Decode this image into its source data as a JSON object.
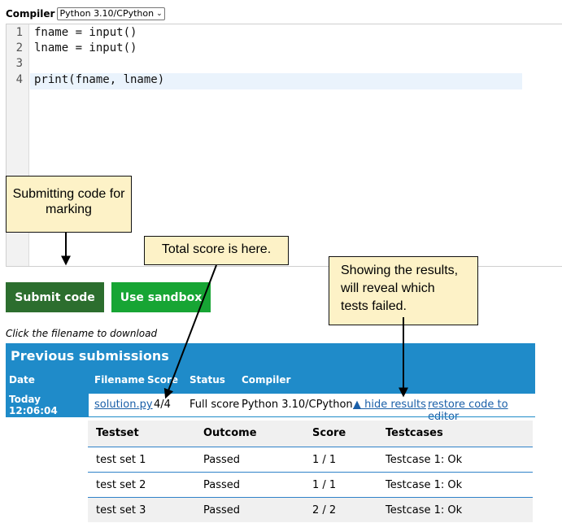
{
  "compiler": {
    "label": "Compiler",
    "selected": "Python 3.10/CPython"
  },
  "editor": {
    "lines": [
      {
        "number": "1",
        "code": "fname = input()"
      },
      {
        "number": "2",
        "code": "lname = input()"
      },
      {
        "number": "3",
        "code": ""
      },
      {
        "number": "4",
        "code": "print(fname, lname)"
      }
    ]
  },
  "buttons": {
    "submit": "Submit code",
    "sandbox": "Use sandbox"
  },
  "download_hint": "Click the filename to download",
  "submissions": {
    "title": "Previous submissions",
    "headers": {
      "date": "Date",
      "filename": "Filename",
      "score": "Score",
      "status": "Status",
      "compiler": "Compiler"
    },
    "row": {
      "date": "Today 12:06:04",
      "filename": "solution.py",
      "score": "4/4",
      "status": "Full score",
      "compiler": "Python 3.10/CPython",
      "hide_results": "▲ hide results",
      "restore": "restore code to editor"
    }
  },
  "results": {
    "headers": {
      "testset": "Testset",
      "outcome": "Outcome",
      "score": "Score",
      "testcases": "Testcases"
    },
    "rows": [
      {
        "testset": "test set 1",
        "outcome": "Passed",
        "score": "1 / 1",
        "testcases": "Testcase 1: Ok"
      },
      {
        "testset": "test set 2",
        "outcome": "Passed",
        "score": "1 / 1",
        "testcases": "Testcase 1: Ok"
      },
      {
        "testset": "test set 3",
        "outcome": "Passed",
        "score": "2 / 2",
        "testcases": "Testcase 1: Ok"
      }
    ]
  },
  "callouts": {
    "submitting": "Submitting code for marking",
    "total_score": "Total score is here.",
    "showing_results": [
      "Showing the results,",
      "will reveal which",
      "tests failed."
    ]
  },
  "colors": {
    "header_blue": "#1f8bc9",
    "submit_green": "#2c6e2e",
    "sandbox_green": "#17a534",
    "callout_fill": "#fdf2c7",
    "link_blue": "#1a5fa8"
  }
}
